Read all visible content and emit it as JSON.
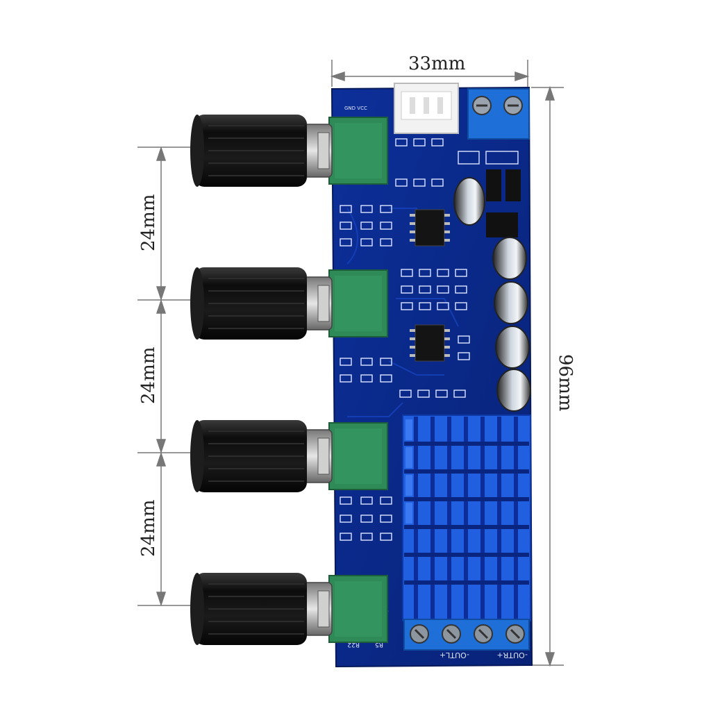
{
  "dimensions": {
    "width_label": "33mm",
    "height_label": "96mm",
    "spacing_label_1": "24mm",
    "spacing_label_2": "24mm",
    "spacing_label_3": "24mm"
  },
  "board": {
    "terminal_label_left": "-OUTL+",
    "terminal_label_right": "-OUTR+",
    "silk_r22": "R22",
    "silk_r5": "R5",
    "silk_top": "GND  VCC",
    "colors": {
      "pcb": "#0b2a8a",
      "heatsink": "#1f5fe0",
      "knob": "#111111",
      "pot_body": "#2e8b57",
      "terminal": "#1e6fd8",
      "connector": "#f2f2f2"
    }
  },
  "knob_count": 4
}
